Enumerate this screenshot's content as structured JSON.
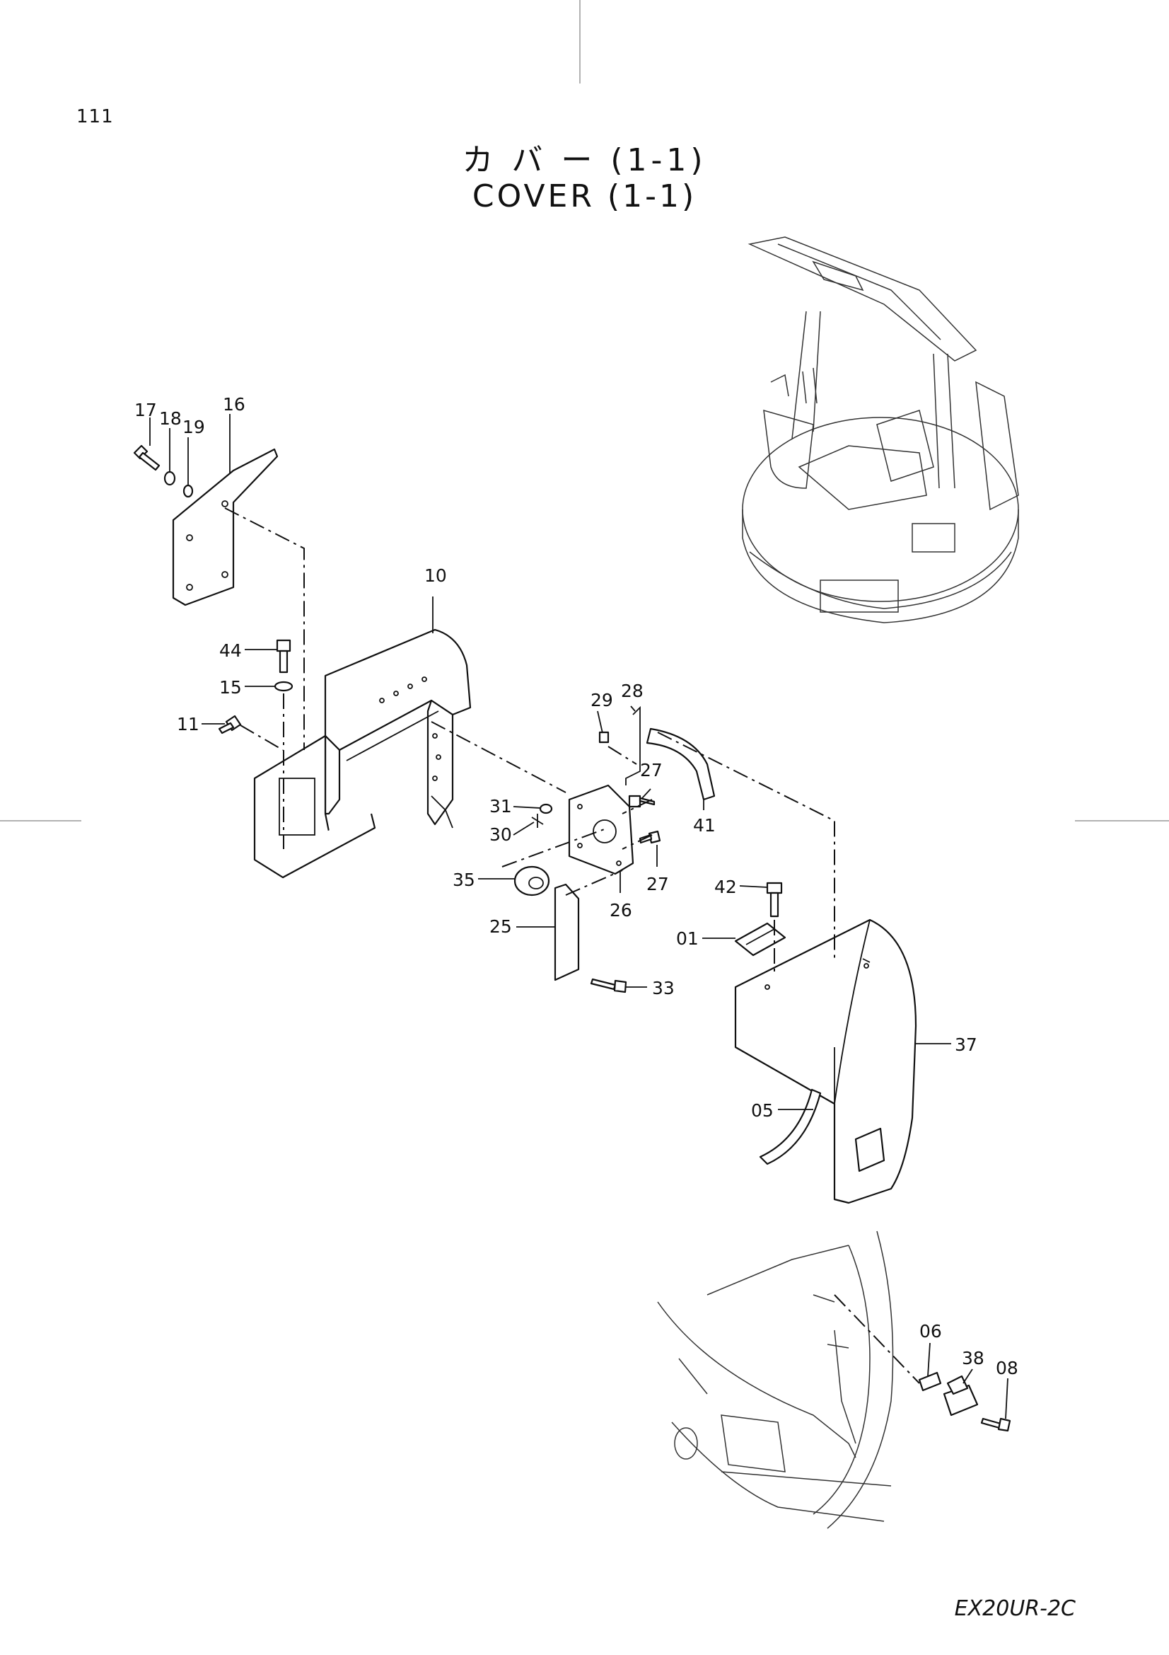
{
  "page_number": "111",
  "title": {
    "japanese": "カ バ ー (1-1)",
    "english": "COVER (1-1)"
  },
  "model": "EX20UR-2C",
  "part_labels": [
    "17",
    "18",
    "19",
    "16",
    "10",
    "44",
    "15",
    "11",
    "29",
    "28",
    "27",
    "31",
    "30",
    "41",
    "35",
    "27",
    "26",
    "42",
    "25",
    "01",
    "33",
    "37",
    "05",
    "06",
    "38",
    "08"
  ]
}
